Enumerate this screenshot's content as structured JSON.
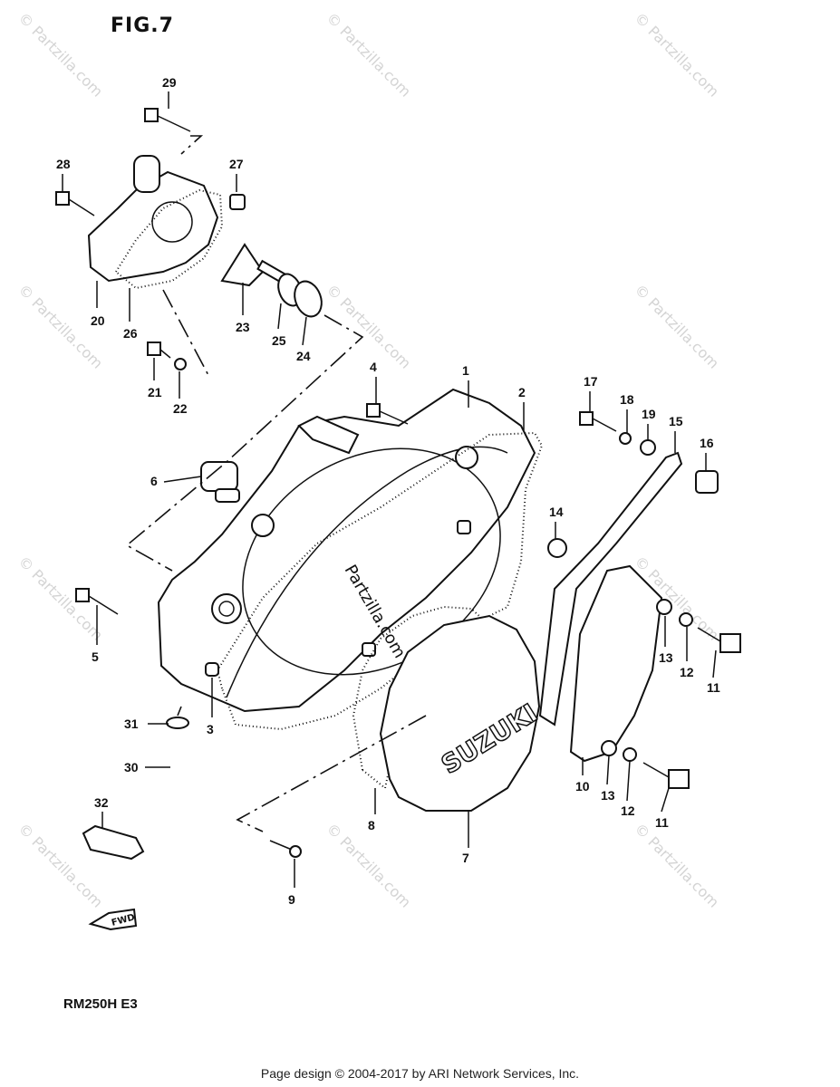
{
  "figure": {
    "title": "FIG.7",
    "model": "RM250H E3"
  },
  "footer": "Page design © 2004-2017 by ARI Network Services, Inc.",
  "watermark": "© Partzilla.com",
  "center_watermark": "Partzilla.com",
  "cover_brand": "SUZUKI",
  "fwd_label": "FWD",
  "callouts": [
    "1",
    "2",
    "3",
    "4",
    "5",
    "6",
    "7",
    "8",
    "9",
    "10",
    "11",
    "11",
    "12",
    "12",
    "13",
    "13",
    "14",
    "15",
    "16",
    "17",
    "18",
    "19",
    "20",
    "21",
    "22",
    "23",
    "24",
    "25",
    "26",
    "27",
    "28",
    "29",
    "30",
    "31",
    "32"
  ]
}
